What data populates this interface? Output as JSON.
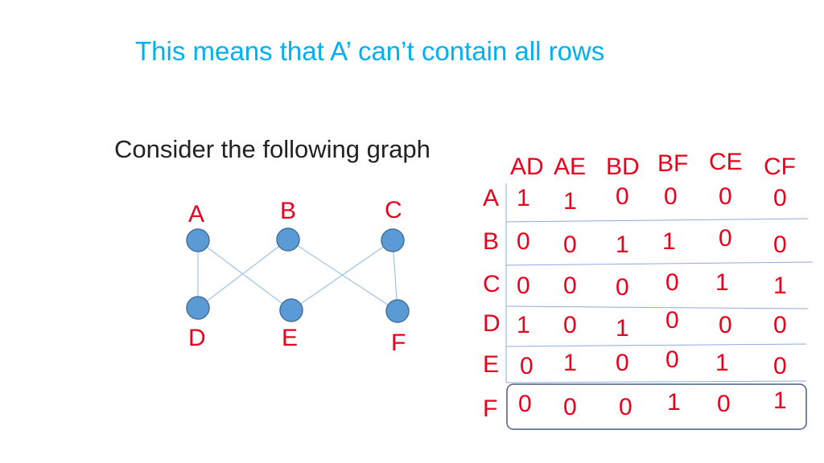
{
  "slide": {
    "title": "This means that A’ can’t contain all rows",
    "subtitle": "Consider the following graph"
  },
  "colors": {
    "title": "#00b0f0",
    "matrix_text": "#e8001c",
    "node_fill": "#5b9bd5",
    "node_stroke": "#41719c",
    "edge": "#9dc3e6",
    "grid_line": "#8faadc",
    "node_label": "#e8001c"
  },
  "graph": {
    "nodes": [
      {
        "id": "A",
        "label": "A"
      },
      {
        "id": "B",
        "label": "B"
      },
      {
        "id": "C",
        "label": "C"
      },
      {
        "id": "D",
        "label": "D"
      },
      {
        "id": "E",
        "label": "E"
      },
      {
        "id": "F",
        "label": "F"
      }
    ],
    "edges": [
      {
        "from": "A",
        "to": "D"
      },
      {
        "from": "A",
        "to": "E"
      },
      {
        "from": "B",
        "to": "D"
      },
      {
        "from": "B",
        "to": "F"
      },
      {
        "from": "C",
        "to": "E"
      },
      {
        "from": "C",
        "to": "F"
      }
    ]
  },
  "matrix": {
    "columns": [
      "AD",
      "AE",
      "BD",
      "BF",
      "CE",
      "CF"
    ],
    "rows": [
      {
        "label": "A",
        "values": [
          "1",
          "1",
          "0",
          "0",
          "0",
          "0"
        ]
      },
      {
        "label": "B",
        "values": [
          "0",
          "0",
          "1",
          "1",
          "0",
          "0"
        ]
      },
      {
        "label": "C",
        "values": [
          "0",
          "0",
          "0",
          "0",
          "1",
          "1"
        ]
      },
      {
        "label": "D",
        "values": [
          "1",
          "0",
          "1",
          "0",
          "0",
          "0"
        ]
      },
      {
        "label": "E",
        "values": [
          "0",
          "1",
          "0",
          "0",
          "1",
          "0"
        ]
      },
      {
        "label": "F",
        "values": [
          "0",
          "0",
          "0",
          "1",
          "0",
          "1"
        ]
      }
    ],
    "highlighted_row": "F"
  }
}
